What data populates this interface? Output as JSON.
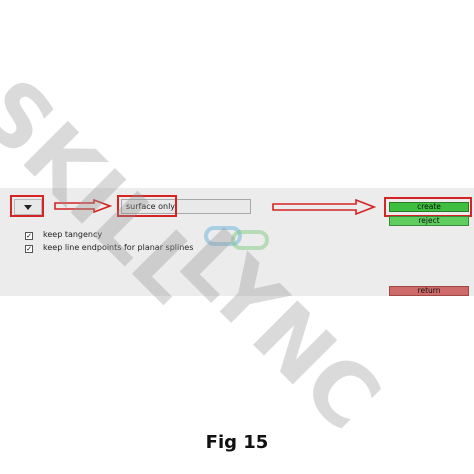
{
  "toolbar": {
    "mode_value": "surface only"
  },
  "buttons": {
    "create": "create",
    "reject": "reject",
    "return": "return"
  },
  "options": [
    {
      "label": "keep tangency",
      "checked": true,
      "mark": "✓"
    },
    {
      "label": "keep line endpoints for planar splines",
      "checked": true,
      "mark": "✓"
    }
  ],
  "watermark": {
    "line1": "SKILL",
    "line2": "LYNC"
  },
  "caption": "Fig 15",
  "colors": {
    "create": "#3fbf3f",
    "reject": "#5fce5f",
    "return": "#cf6a6a",
    "highlight": "#d42424"
  }
}
